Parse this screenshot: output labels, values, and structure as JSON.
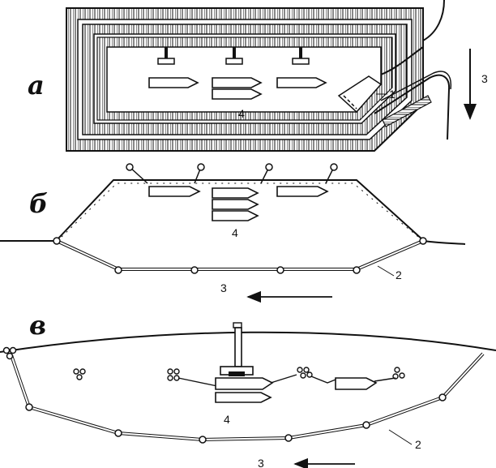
{
  "panels": [
    {
      "letter": "а",
      "num_item": "4",
      "num_gate": "1",
      "num_flow": "3"
    },
    {
      "letter": "б",
      "num_item": "4",
      "num_wall": "2",
      "num_flow": "3"
    },
    {
      "letter": "в",
      "num_item": "4",
      "num_wall": "2",
      "num_flow": "3"
    }
  ],
  "colors": {
    "ink": "#111111",
    "paper": "#ffffff"
  }
}
